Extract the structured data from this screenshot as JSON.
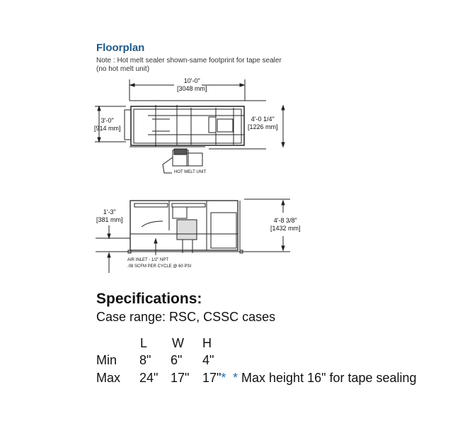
{
  "floorplan": {
    "title": "Floorplan",
    "note_line1": "Note : Hot melt sealer shown-same footprint for tape sealer",
    "note_line2": "(no hot melt unit)",
    "top_view": {
      "length_ft": "10'-0\"",
      "length_mm": "[3048 mm]",
      "width_ft": "3'-0\"",
      "width_mm": "[914 mm]",
      "overall_width_ft": "4'-0 1/4\"",
      "overall_width_mm": "[1226 mm]",
      "hot_melt_label": "HOT MELT UNIT"
    },
    "side_view": {
      "bed_height_ft": "1'-3\"",
      "bed_height_mm": "[381 mm]",
      "overall_height_ft": "4'-8 3/8\"",
      "overall_height_mm": "[1432 mm]",
      "air_inlet_line1": "AIR INLET - 1/2\" NPT",
      "air_inlet_line2": ".08 SCFM PER CYCLE @ 60 PSI"
    }
  },
  "specs": {
    "title": "Specifications:",
    "case_range": "Case range: RSC, CSSC cases",
    "headers": [
      "L",
      "W",
      "H"
    ],
    "rows": [
      {
        "label": "Min",
        "values": [
          "8\"",
          "6\"",
          "4\""
        ]
      },
      {
        "label": "Max",
        "values": [
          "24\"",
          "17\"",
          "17\""
        ]
      }
    ],
    "asterisk": "*",
    "footnote": "* Max height 16\" for tape sealing"
  },
  "colors": {
    "title": "#1f5a8a",
    "asterisk": "#1f6fb0"
  }
}
